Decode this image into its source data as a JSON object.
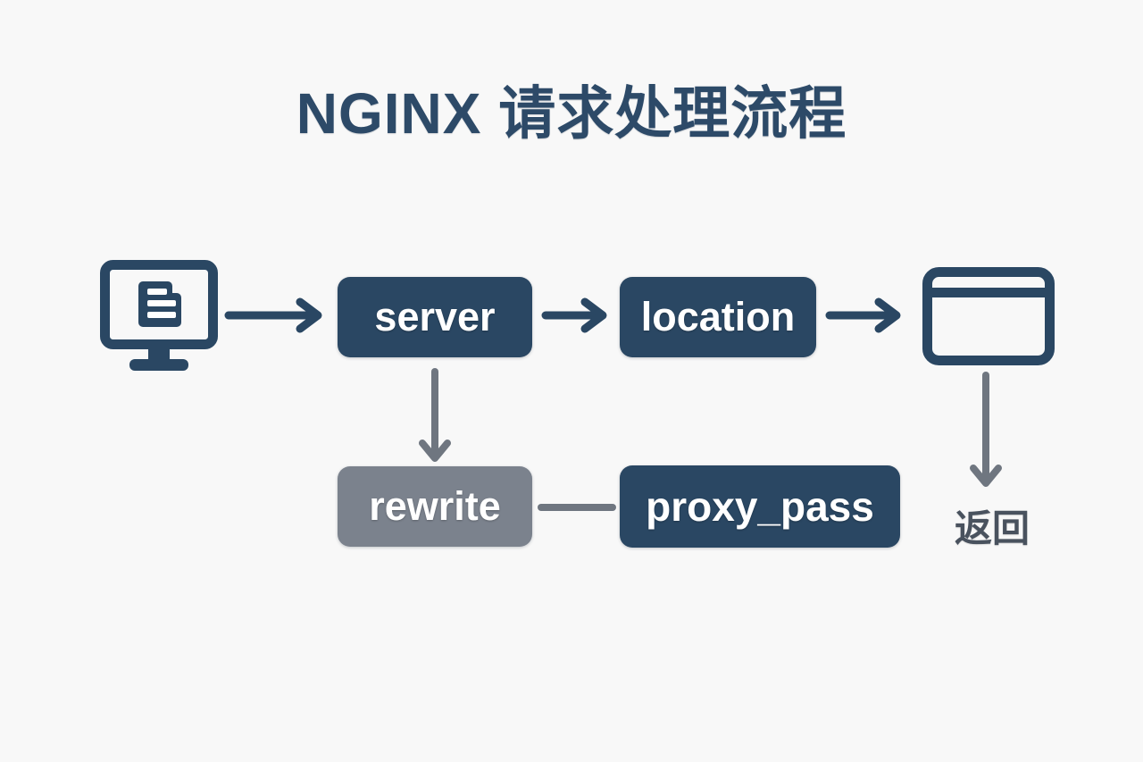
{
  "title": "NGINX 请求处理流程",
  "colors": {
    "background": "#f8f8f8",
    "title": "#2d4a68",
    "primary": "#2a4763",
    "muted_gray": "#7b828d",
    "arrow_gray": "#6f7680",
    "return_text": "#49525e",
    "box_text": "#ffffff"
  },
  "nodes": {
    "client": {
      "icon": "monitor-with-document-icon"
    },
    "server": {
      "label": "server"
    },
    "location": {
      "label": "location"
    },
    "rewrite": {
      "label": "rewrite"
    },
    "proxy_pass": {
      "label": "proxy_pass"
    },
    "response": {
      "icon": "browser-window-icon"
    },
    "return": {
      "label": "返回"
    }
  },
  "edges": [
    {
      "from": "client",
      "to": "server",
      "style": "dark-arrow-right"
    },
    {
      "from": "server",
      "to": "location",
      "style": "dark-arrow-right"
    },
    {
      "from": "location",
      "to": "response",
      "style": "dark-arrow-right"
    },
    {
      "from": "server",
      "to": "rewrite",
      "style": "gray-arrow-down"
    },
    {
      "from": "rewrite",
      "to": "proxy_pass",
      "style": "gray-line"
    },
    {
      "from": "response",
      "to": "return",
      "style": "gray-arrow-down"
    }
  ]
}
